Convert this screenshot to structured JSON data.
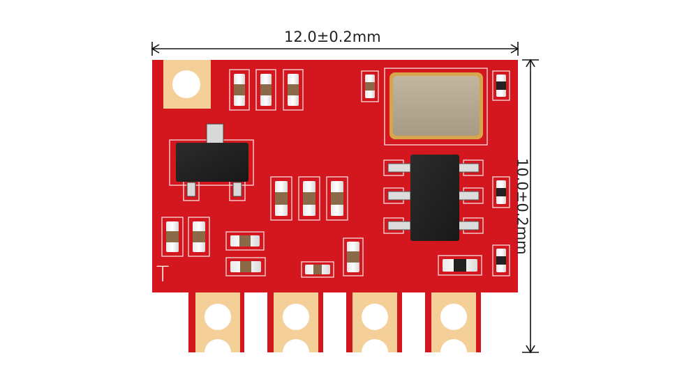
{
  "dimensions": {
    "width_label": "12.0±0.2mm",
    "height_label": "10.0±0.2mm"
  },
  "board": {
    "silkscreen_text": "T",
    "colors": {
      "pcb": "#d4161f",
      "pad_gold": "#f5cf98",
      "silkscreen": "#ffffff",
      "ic_black": "#242424",
      "crystal_gold": "#d7a54a"
    }
  }
}
